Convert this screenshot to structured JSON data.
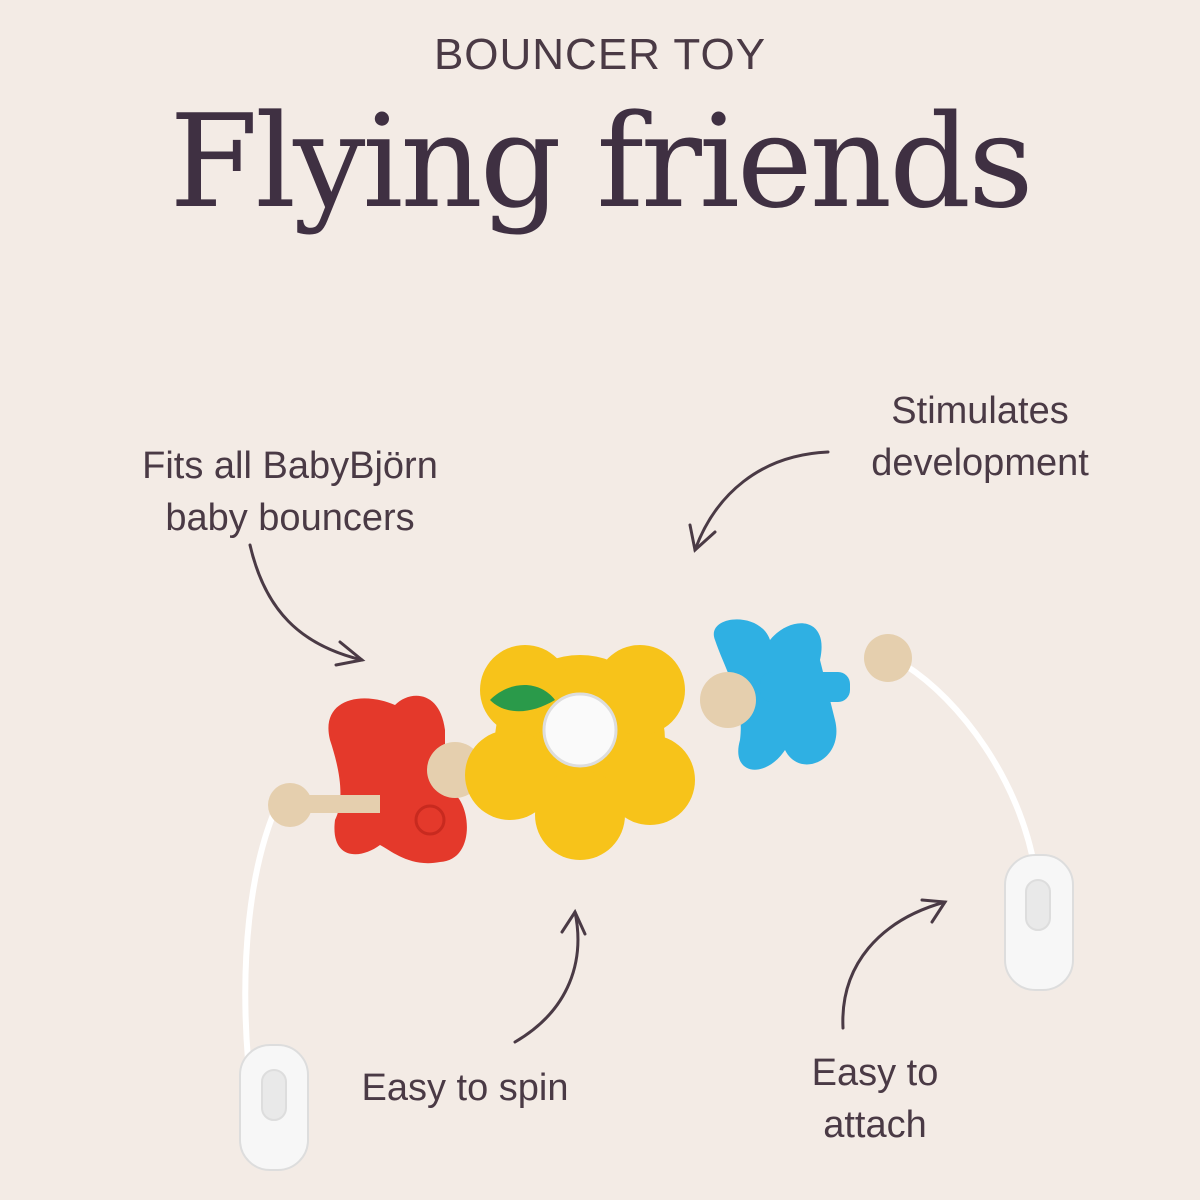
{
  "eyebrow": "BOUNCER TOY",
  "title": "Flying friends",
  "callouts": {
    "fits": [
      "Fits all BabyBjörn",
      "baby bouncers"
    ],
    "stimulates": [
      "Stimulates",
      "development"
    ],
    "spin": "Easy to spin",
    "attach": [
      "Easy to",
      "attach"
    ]
  },
  "colors": {
    "background": "#f3ebe5",
    "text": "#4a3a45",
    "red": "#e4392b",
    "yellow": "#f7c31a",
    "blue": "#2fb0e3"
  }
}
